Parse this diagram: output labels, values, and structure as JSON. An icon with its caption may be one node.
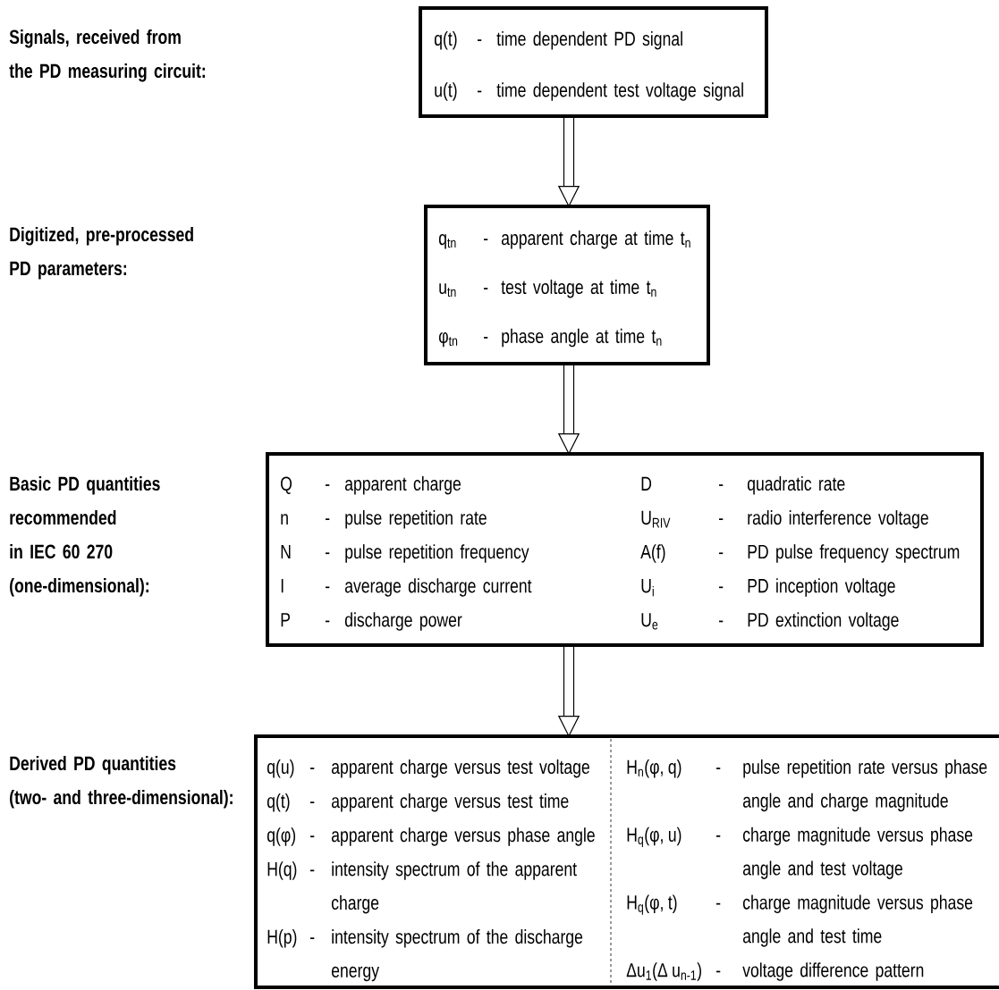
{
  "diagram": {
    "nodes": [
      {
        "text": [
          "q(t)",
          "-",
          "time dependent PD signal",
          "u(t)",
          "-",
          "time dependent test voltage signal"
        ]
      },
      {
        "text": [
          "q$_{tn}$",
          "-",
          "apparent charge at time t$_{n}$",
          "u$_{tn}$",
          "-",
          "test voltage at time t$_{n}$",
          "φ$_{tn}$",
          "-",
          "phase angle at time t$_{n}$"
        ]
      },
      {
        "text": [
          "Q",
          "-",
          "apparent charge",
          "n",
          "-",
          "pulse repetition rate",
          "N",
          "-",
          "pulse repetition frequency",
          "I",
          "-",
          "average discharge current",
          "P",
          "-",
          "discharge power",
          "D",
          "-",
          "quadratic rate",
          "U$_{RIV}$",
          "-",
          "radio interference voltage",
          "A(f)",
          "-",
          "PD pulse frequency spectrum",
          "U$_{i}$",
          "-",
          "PD inception voltage",
          "U$_{e}$",
          "-",
          "PD extinction voltage"
        ]
      },
      {
        "text": [
          "q(u)",
          "-",
          "apparent charge versus test voltage",
          "q(t)",
          "-",
          "apparent charge versus test time",
          "q(φ)",
          "-",
          "apparent charge versus phase angle",
          "H(q)",
          "-",
          "intensity spectrum of the apparent charge",
          "H(p)",
          "-",
          "intensity spectrum of the discharge energy",
          "H$_{n}$(φ, q)",
          "-",
          "pulse repetition rate versus phase angle and charge magnitude",
          "H$_{q}$(φ, u)",
          "-",
          "charge magnitude versus phase angle and test voltage",
          "H$_{q}$(φ, t)",
          "-",
          "charge magnitude versus phase angle and test time",
          "Δu$_{1}$(Δ u$_{n-1}$)",
          "-",
          "voltage difference pattern"
        ]
      }
    ],
    "edges": [
      {
        "from": 0,
        "to": 1,
        "arrow": "to"
      },
      {
        "from": 1,
        "to": 2,
        "arrow": "to"
      },
      {
        "from": 2,
        "to": 3,
        "arrow": "to"
      }
    ],
    "labels": [
      "Signals, received from the PD measuring circuit:",
      "Digitized, pre-processed PD parameters:",
      "Basic PD quantities recommended in IEC 60 270 (one-dimensional):",
      "Derived PD quantities (two- and three-dimensional):"
    ]
  }
}
